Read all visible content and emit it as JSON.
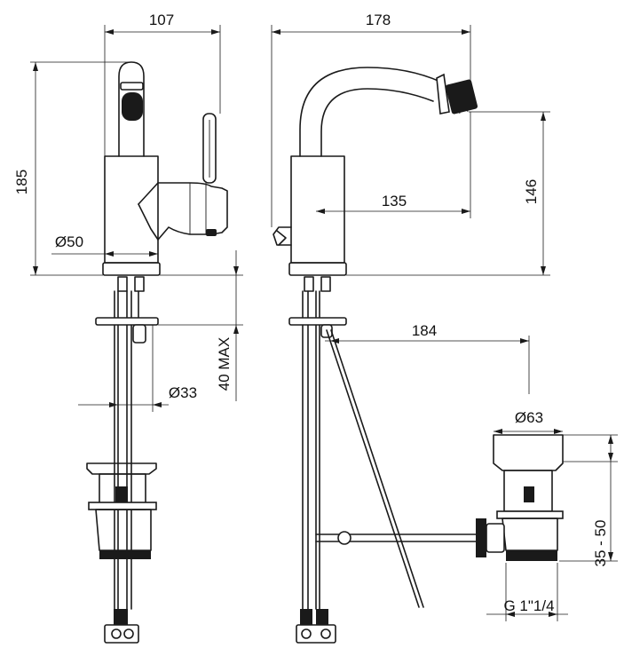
{
  "dimensions": {
    "front_width": "107",
    "side_width": "178",
    "height": "185",
    "spout_height": "146",
    "spout_reach": "135",
    "base_diameter": "Ø50",
    "hole_diameter": "Ø33",
    "deck_thickness": "40 MAX",
    "popup_reach": "184",
    "waste_diameter": "Ø63",
    "waste_height": "35 - 50",
    "waste_thread": "G 1\"1/4"
  }
}
